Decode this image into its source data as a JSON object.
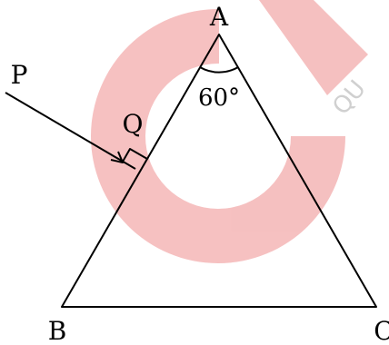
{
  "diagram": {
    "vertices": {
      "a": "A",
      "b": "B",
      "c": "C"
    },
    "ray_start_label": "P",
    "incidence_point_label": "Q",
    "apex_angle_label": "60°"
  },
  "watermark": {
    "text": "QU",
    "color": "#f4b6b6"
  },
  "colors": {
    "stroke": "#000000",
    "background": "#ffffff"
  }
}
